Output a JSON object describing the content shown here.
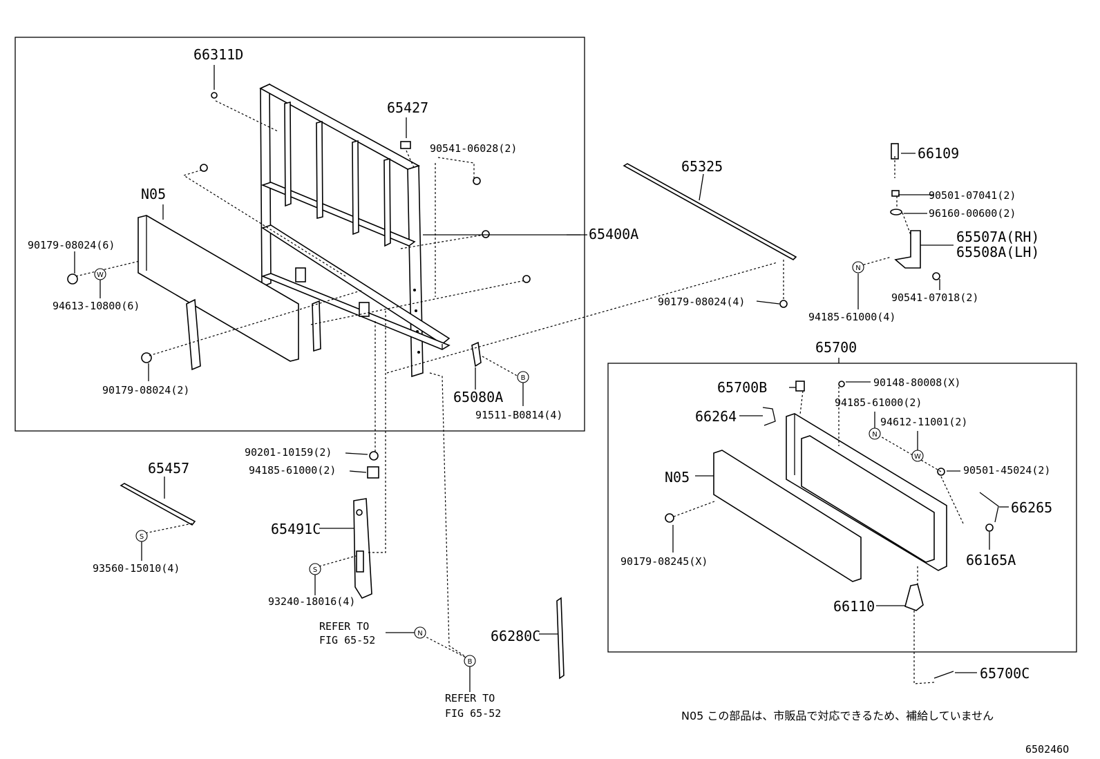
{
  "labels": {
    "p66311D": "66311D",
    "p65427": "65427",
    "p90541_06028": "90541-06028(2)",
    "pN05_left": "N05",
    "p90179_08024_6": "90179-08024(6)",
    "p94613_10800": "94613-10800(6)",
    "p90179_08024_2": "90179-08024(2)",
    "p65080A": "65080A",
    "p91511_B0814": "91511-B0814(4)",
    "p65400A": "65400A",
    "p65325": "65325",
    "p90179_08024_4": "90179-08024(4)",
    "p66109": "66109",
    "p90501_07041": "90501-07041(2)",
    "p96160_00600": "96160-00600(2)",
    "p65507A": "65507A(RH)",
    "p65508A": "65508A(LH)",
    "p94185_61000_4": "94185-61000(4)",
    "p90541_07018": "90541-07018(2)",
    "p65700": "65700",
    "p65700B": "65700B",
    "p90148_80008": "90148-80008(X)",
    "p94185_61000_2b": "94185-61000(2)",
    "p66264": "66264",
    "p94612_11001": "94612-11001(2)",
    "pN05_right": "N05",
    "p90501_45024": "90501-45024(2)",
    "p66265": "66265",
    "p90179_08245": "90179-08245(X)",
    "p66165A": "66165A",
    "p66110": "66110",
    "p65700C": "65700C",
    "p90201_10159": "90201-10159(2)",
    "p94185_61000_2a": "94185-61000(2)",
    "p65457": "65457",
    "p65491C": "65491C",
    "p93560_15010": "93560-15010(4)",
    "p93240_18016": "93240-18016(4)",
    "refer1_l1": "REFER TO",
    "refer1_l2": "FIG 65-52",
    "refer2_l1": "REFER TO",
    "refer2_l2": "FIG 65-52",
    "p66280C": "66280C",
    "footnote": "N05  この部品は、市販品で対応できるため、補給していません",
    "figure_id": "650246O"
  },
  "symbols": {
    "W": "W",
    "B": "B",
    "N": "N",
    "S": "S"
  }
}
